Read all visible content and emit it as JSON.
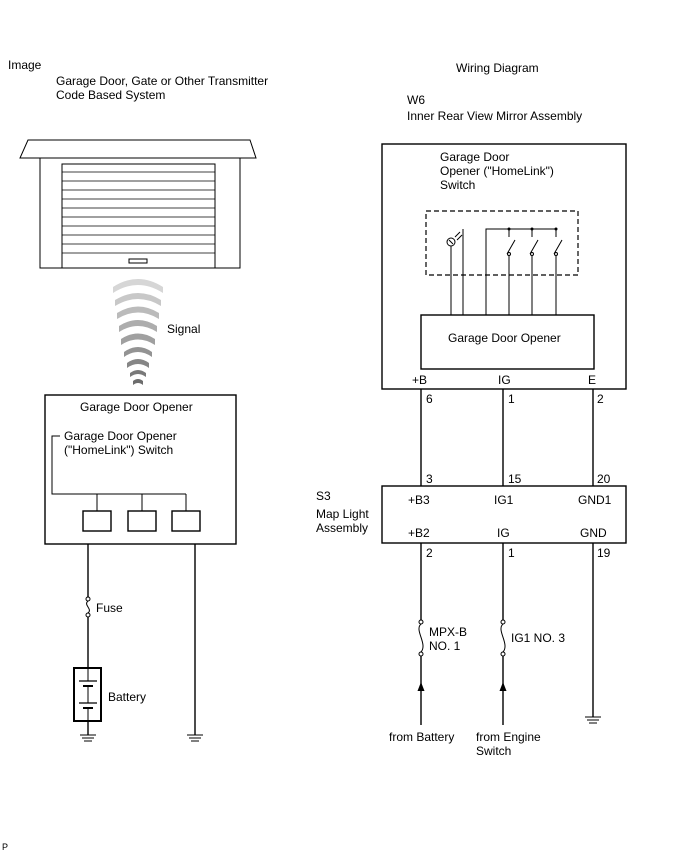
{
  "left": {
    "header": "Image",
    "title_line1": "Garage Door, Gate or Other Transmitter",
    "title_line2": "Code Based System",
    "signal_label": "Signal",
    "opener_title": "Garage Door Opener",
    "switch_label_line1": "Garage Door Opener",
    "switch_label_line2": "(\"HomeLink\") Switch",
    "fuse_label": "Fuse",
    "battery_label": "Battery"
  },
  "right": {
    "header": "Wiring Diagram",
    "w6_code": "W6",
    "w6_name": "Inner Rear View Mirror Assembly",
    "switch_label_line1": "Garage Door",
    "switch_label_line2": "Opener (\"HomeLink\")",
    "switch_label_line3": "Switch",
    "opener_label": "Garage Door Opener",
    "w6_terminals": [
      {
        "name": "+B",
        "pin": "6"
      },
      {
        "name": "IG",
        "pin": "1"
      },
      {
        "name": "E",
        "pin": "2"
      }
    ],
    "s3_code": "S3",
    "s3_name_line1": "Map Light",
    "s3_name_line2": "Assembly",
    "s3_top_pins": [
      "3",
      "15",
      "20"
    ],
    "s3_top_names": [
      "+B3",
      "IG1",
      "GND1"
    ],
    "s3_bottom_names": [
      "+B2",
      "IG",
      "GND"
    ],
    "s3_bottom_pins": [
      "2",
      "1",
      "19"
    ],
    "fuse1_line1": "MPX-B",
    "fuse1_line2": "NO. 1",
    "fuse2_label": "IG1 NO. 3",
    "from_battery": "from Battery",
    "from_engine_line1": "from Engine",
    "from_engine_line2": "Switch"
  },
  "footer_mark": "P"
}
